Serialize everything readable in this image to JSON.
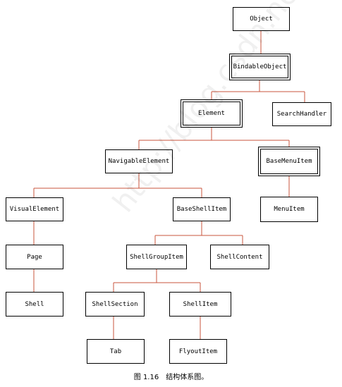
{
  "colors": {
    "connector": "#c8553d",
    "border": "#000000",
    "background": "#ffffff"
  },
  "nodes": {
    "object": "Object",
    "bindable_object": "BindableObject",
    "element": "Element",
    "search_handler": "SearchHandler",
    "navigable_element": "NavigableElement",
    "base_menu_item": "BaseMenuItem",
    "visual_element": "VisualElement",
    "base_shell_item": "BaseShellItem",
    "menu_item": "MenuItem",
    "page": "Page",
    "shell_group_item": "ShellGroupItem",
    "shell_content": "ShellContent",
    "shell": "Shell",
    "shell_section": "ShellSection",
    "shell_item": "ShellItem",
    "tab": "Tab",
    "flyout_item": "FlyoutItem"
  },
  "caption": "图 1.16　结构体系图。",
  "watermark": "http://blog.csdn.net"
}
